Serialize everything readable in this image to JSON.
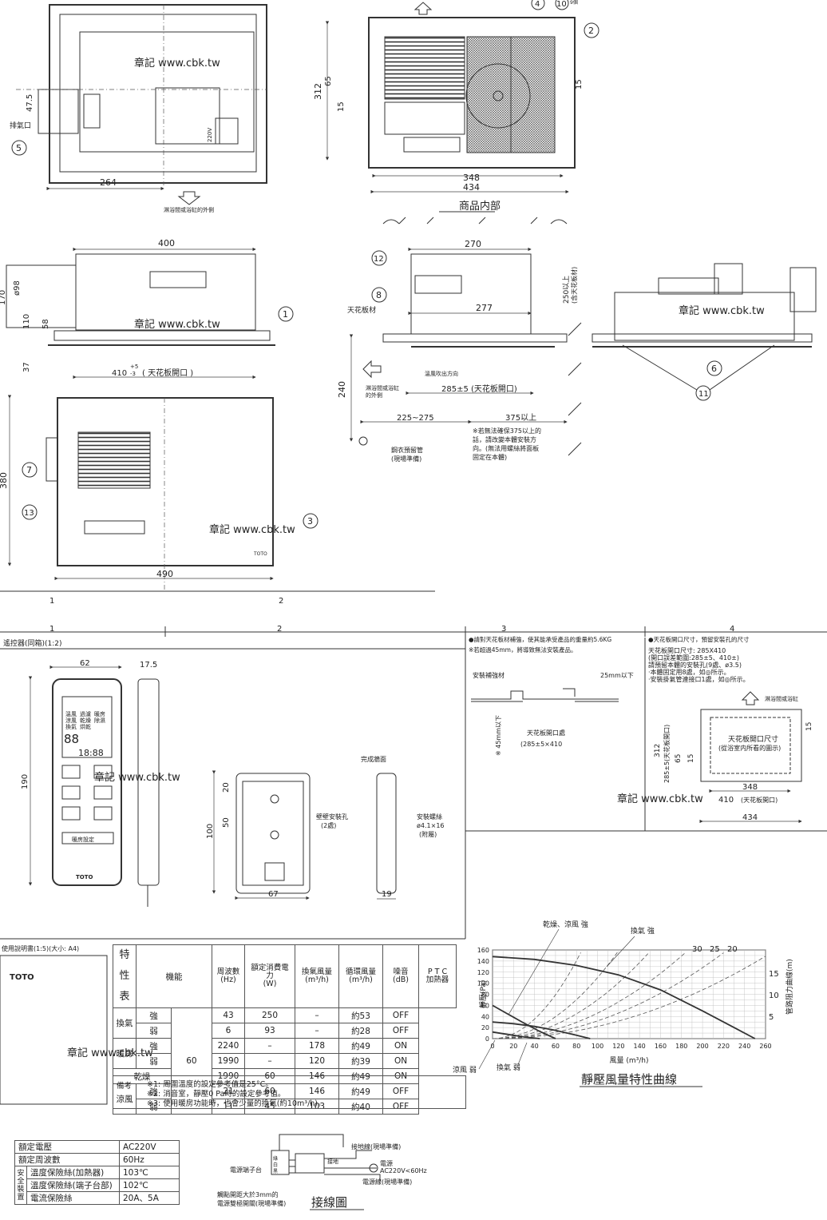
{
  "watermark": "章記 www.cbk.tw",
  "top_left": {
    "dim_width": "264",
    "dim_side": "47.5",
    "exhaust_label": "排氣口",
    "direction_note": "淋浴間或浴缸的外側",
    "voltage_mark": "220V"
  },
  "top_right": {
    "dim_312": "312",
    "dim_65": "65",
    "dim_15a": "15",
    "dim_15b": "15",
    "dim_348": "348",
    "dim_434": "434",
    "title": "商品内部",
    "note_9": "9個"
  },
  "side_left": {
    "dim_400": "400",
    "dim_dia": "ø98",
    "dim_170": "170",
    "dim_110": "110",
    "dim_58": "58",
    "dim_37": "37",
    "opening": "410",
    "opening_tol_up": "+5",
    "opening_tol_dn": "-3",
    "opening_note": "( 天花板開口 )"
  },
  "side_mid": {
    "dim_270": "270",
    "dim_277": "277",
    "dim_250": "250以上",
    "dim_250_note": "(含天花板材)",
    "ceiling": "天花板材",
    "dim_240": "240",
    "direction_note1": "淋浴間或浴缸",
    "direction_note2": "的外側",
    "air_dir": "溫風吹出方向",
    "opening": "285±5 (天花板開口)",
    "dim_225": "225~275",
    "dim_375": "375以上",
    "note_375": [
      "※若無法確保375以上的",
      "話，請改變本體安裝方",
      "向。(無法用螺絲將面板",
      "固定在本體)"
    ],
    "pipe1": "鋼衣預留管",
    "pipe2": "(現場準備)"
  },
  "front": {
    "dim_380": "380",
    "dim_490": "490",
    "brand": "TOTO"
  },
  "columns": [
    "1",
    "2",
    "3",
    "4"
  ],
  "remote": {
    "title": "遙控器(同箱)(1:2)",
    "dim_62": "62",
    "dim_175": "17.5",
    "dim_190": "190",
    "dim_20": "20",
    "dim_100": "100",
    "dim_50": "50",
    "dim_67": "67",
    "dim_19": "19",
    "wall_hole": "壁壁安裝孔",
    "wall_hole2": "(2處)",
    "finish_wall": "完成牆面",
    "screw1": "安裝螺絲",
    "screw2": "ø4.1×16",
    "screw3": "(附屬)",
    "lcd": [
      "溫風",
      "過濾",
      "暖房",
      "涼風",
      "乾燥",
      "除濕",
      "換氣",
      "烘乾"
    ],
    "brand": "TOTO",
    "btn": "暖房設定"
  },
  "reinforce": {
    "title": "●請對天花板材補強，使其能承受產品的重量約5.6KG",
    "note": "※若超過45mm，將導致無法安裝產品。",
    "material": "安裝補強材",
    "dim_25": "25mm以下",
    "dim_45": "※ 45mm以下",
    "opening1": "天花板開口處",
    "opening2": "(285±5×410"
  },
  "ceiling_hole": {
    "title": "●天花板開口尺寸，預留安裝孔的尺寸",
    "l1": "天花板開口尺寸: 285X410",
    "l2": "(開口誤差範圍:285±5、410±)",
    "l3": "請預留本體的安裝孔(9處、ø3.5)",
    "l4": "·本體固定用8處，如◎所示。",
    "l5": "·安裝掛氣管連接口1處，如◎所示。",
    "shower": "淋浴間或浴缸",
    "opening_label1": "天花板開口尺寸",
    "opening_label2": "(從浴室内所看的圖示)",
    "dim_312": "312",
    "dim_285": "285±5(天花板開口)",
    "dim_65": "65",
    "dim_15a": "15",
    "dim_15b": "15",
    "dim_348": "348",
    "dim_410": "410",
    "dim_410_note": "(天花板開口)",
    "dim_434": "434"
  },
  "manual_box": {
    "title": "使用說明書(1:5)(大小: A4)",
    "brand": "TOTO"
  },
  "spec_table": {
    "side_label": [
      "特",
      "性",
      "表"
    ],
    "headers": [
      "機能",
      "周波數\n(Hz)",
      "額定消費電力\n(W)",
      "換氣風量\n(m³/h)",
      "循環風量\n(m³/h)",
      "噪音\n(dB)",
      "P T C\n加熱器"
    ],
    "hz": "60",
    "rows": [
      {
        "group": "換氣",
        "mode": "強",
        "w": "43",
        "vent": "250",
        "circ": "–",
        "db": "約53",
        "ptc": "OFF"
      },
      {
        "group": "",
        "mode": "弱",
        "w": "6",
        "vent": "93",
        "circ": "–",
        "db": "約28",
        "ptc": "OFF"
      },
      {
        "group": "暖房",
        "mode": "強",
        "w": "2240",
        "vent": "–",
        "circ": "178",
        "db": "約49",
        "ptc": "ON"
      },
      {
        "group": "",
        "mode": "弱",
        "w": "1990",
        "vent": "–",
        "circ": "120",
        "db": "約39",
        "ptc": "ON"
      },
      {
        "group": "乾燥",
        "mode": "",
        "w": "1990",
        "vent": "60",
        "circ": "146",
        "db": "約49",
        "ptc": "ON"
      },
      {
        "group": "涼風",
        "mode": "強",
        "w": "21",
        "vent": "60",
        "circ": "146",
        "db": "約49",
        "ptc": "OFF"
      },
      {
        "group": "",
        "mode": "弱",
        "w": "11",
        "vent": "45",
        "circ": "103",
        "db": "約40",
        "ptc": "OFF"
      }
    ],
    "marks": {
      "w": "※1",
      "db": "※2",
      "vent3": "※3"
    },
    "notes_label": "備考",
    "notes": [
      "※1: 周圍溫度的設定參考值是25°C。",
      "※2: 消音室，靜壓0 Pa時的設定參考值。",
      "※3: 使用暖房功能時，也會少量的換氣(約10m³/h)。"
    ]
  },
  "chart_data": {
    "type": "line",
    "title": "靜壓風量特性曲線",
    "xlabel": "風量 (m³/h)",
    "ylabel": "靜壓(Pa)",
    "y2label": "管路阻力曲線(m)",
    "xlim": [
      0,
      260
    ],
    "ylim": [
      0,
      160
    ],
    "xticks": [
      0,
      20,
      40,
      60,
      80,
      100,
      120,
      140,
      160,
      180,
      200,
      220,
      240,
      260
    ],
    "yticks": [
      0,
      20,
      40,
      60,
      80,
      100,
      120,
      140,
      160
    ],
    "grid": true,
    "series": [
      {
        "name": "換氣 強",
        "x": [
          0,
          40,
          80,
          120,
          160,
          200,
          230,
          250
        ],
        "y": [
          148,
          143,
          132,
          115,
          88,
          50,
          20,
          0
        ]
      },
      {
        "name": "乾燥、涼風 強",
        "x": [
          0,
          15,
          30,
          45,
          60
        ],
        "y": [
          60,
          44,
          28,
          13,
          0
        ]
      },
      {
        "name": "換氣 弱",
        "x": [
          0,
          20,
          40,
          60,
          80,
          93
        ],
        "y": [
          30,
          27,
          22,
          15,
          6,
          0
        ]
      },
      {
        "name": "涼風 弱",
        "x": [
          0,
          10,
          20,
          30,
          45
        ],
        "y": [
          12,
          9,
          6,
          3,
          0
        ]
      }
    ],
    "resistance_labels": [
      "30",
      "25",
      "20",
      "15",
      "10",
      "5"
    ]
  },
  "rated": {
    "rows": [
      {
        "k": "額定電壓",
        "v": "AC220V"
      },
      {
        "k": "額定周波數",
        "v": "60Hz"
      },
      {
        "k": "溫度保險絲(加熱器)",
        "v": "103℃"
      },
      {
        "k": "溫度保險絲(端子台部)",
        "v": "102℃"
      },
      {
        "k": "電流保險絲",
        "v": "20A、5A"
      }
    ],
    "group": [
      "安",
      "全",
      "裝",
      "置"
    ]
  },
  "wiring": {
    "title": "接線圖",
    "terminal": "電源端子台",
    "ground": "接地線(現場準備)",
    "earth": "接地",
    "power": "電源",
    "ac": "AC220V<60Hz",
    "power_wire": "電源線(現場準備)",
    "switch1": "觸點開距大於3mm的",
    "switch2": "電源雙極開關(現場準備)",
    "colors": [
      "綠",
      "白",
      "黑"
    ]
  }
}
